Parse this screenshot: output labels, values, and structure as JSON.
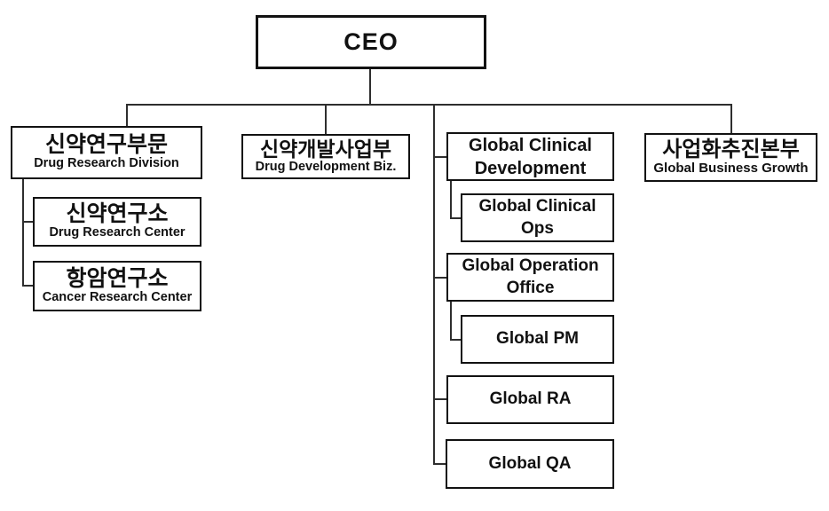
{
  "nodes": {
    "ceo": {
      "label": "CEO"
    },
    "drug_research_division": {
      "ko": "신약연구부문",
      "en": "Drug Research Division"
    },
    "drug_research_center": {
      "ko": "신약연구소",
      "en": "Drug Research Center"
    },
    "cancer_research_center": {
      "ko": "항암연구소",
      "en": "Cancer Research Center"
    },
    "drug_development_biz": {
      "ko": "신약개발사업부",
      "en": "Drug Development Biz."
    },
    "global_clinical_development": {
      "label": "Global Clinical Development"
    },
    "global_clinical_ops": {
      "label": "Global Clinical Ops"
    },
    "global_operation_office": {
      "label": "Global Operation Office"
    },
    "global_pm": {
      "label": "Global PM"
    },
    "global_ra": {
      "label": "Global RA"
    },
    "global_qa": {
      "label": "Global QA"
    },
    "business_growth_hq": {
      "ko": "사업화추진본부",
      "en": "Global Business Growth"
    }
  },
  "colors": {
    "line": "#2e2e2e",
    "border": "#121212",
    "background": "#ffffff",
    "text": "#111111"
  }
}
